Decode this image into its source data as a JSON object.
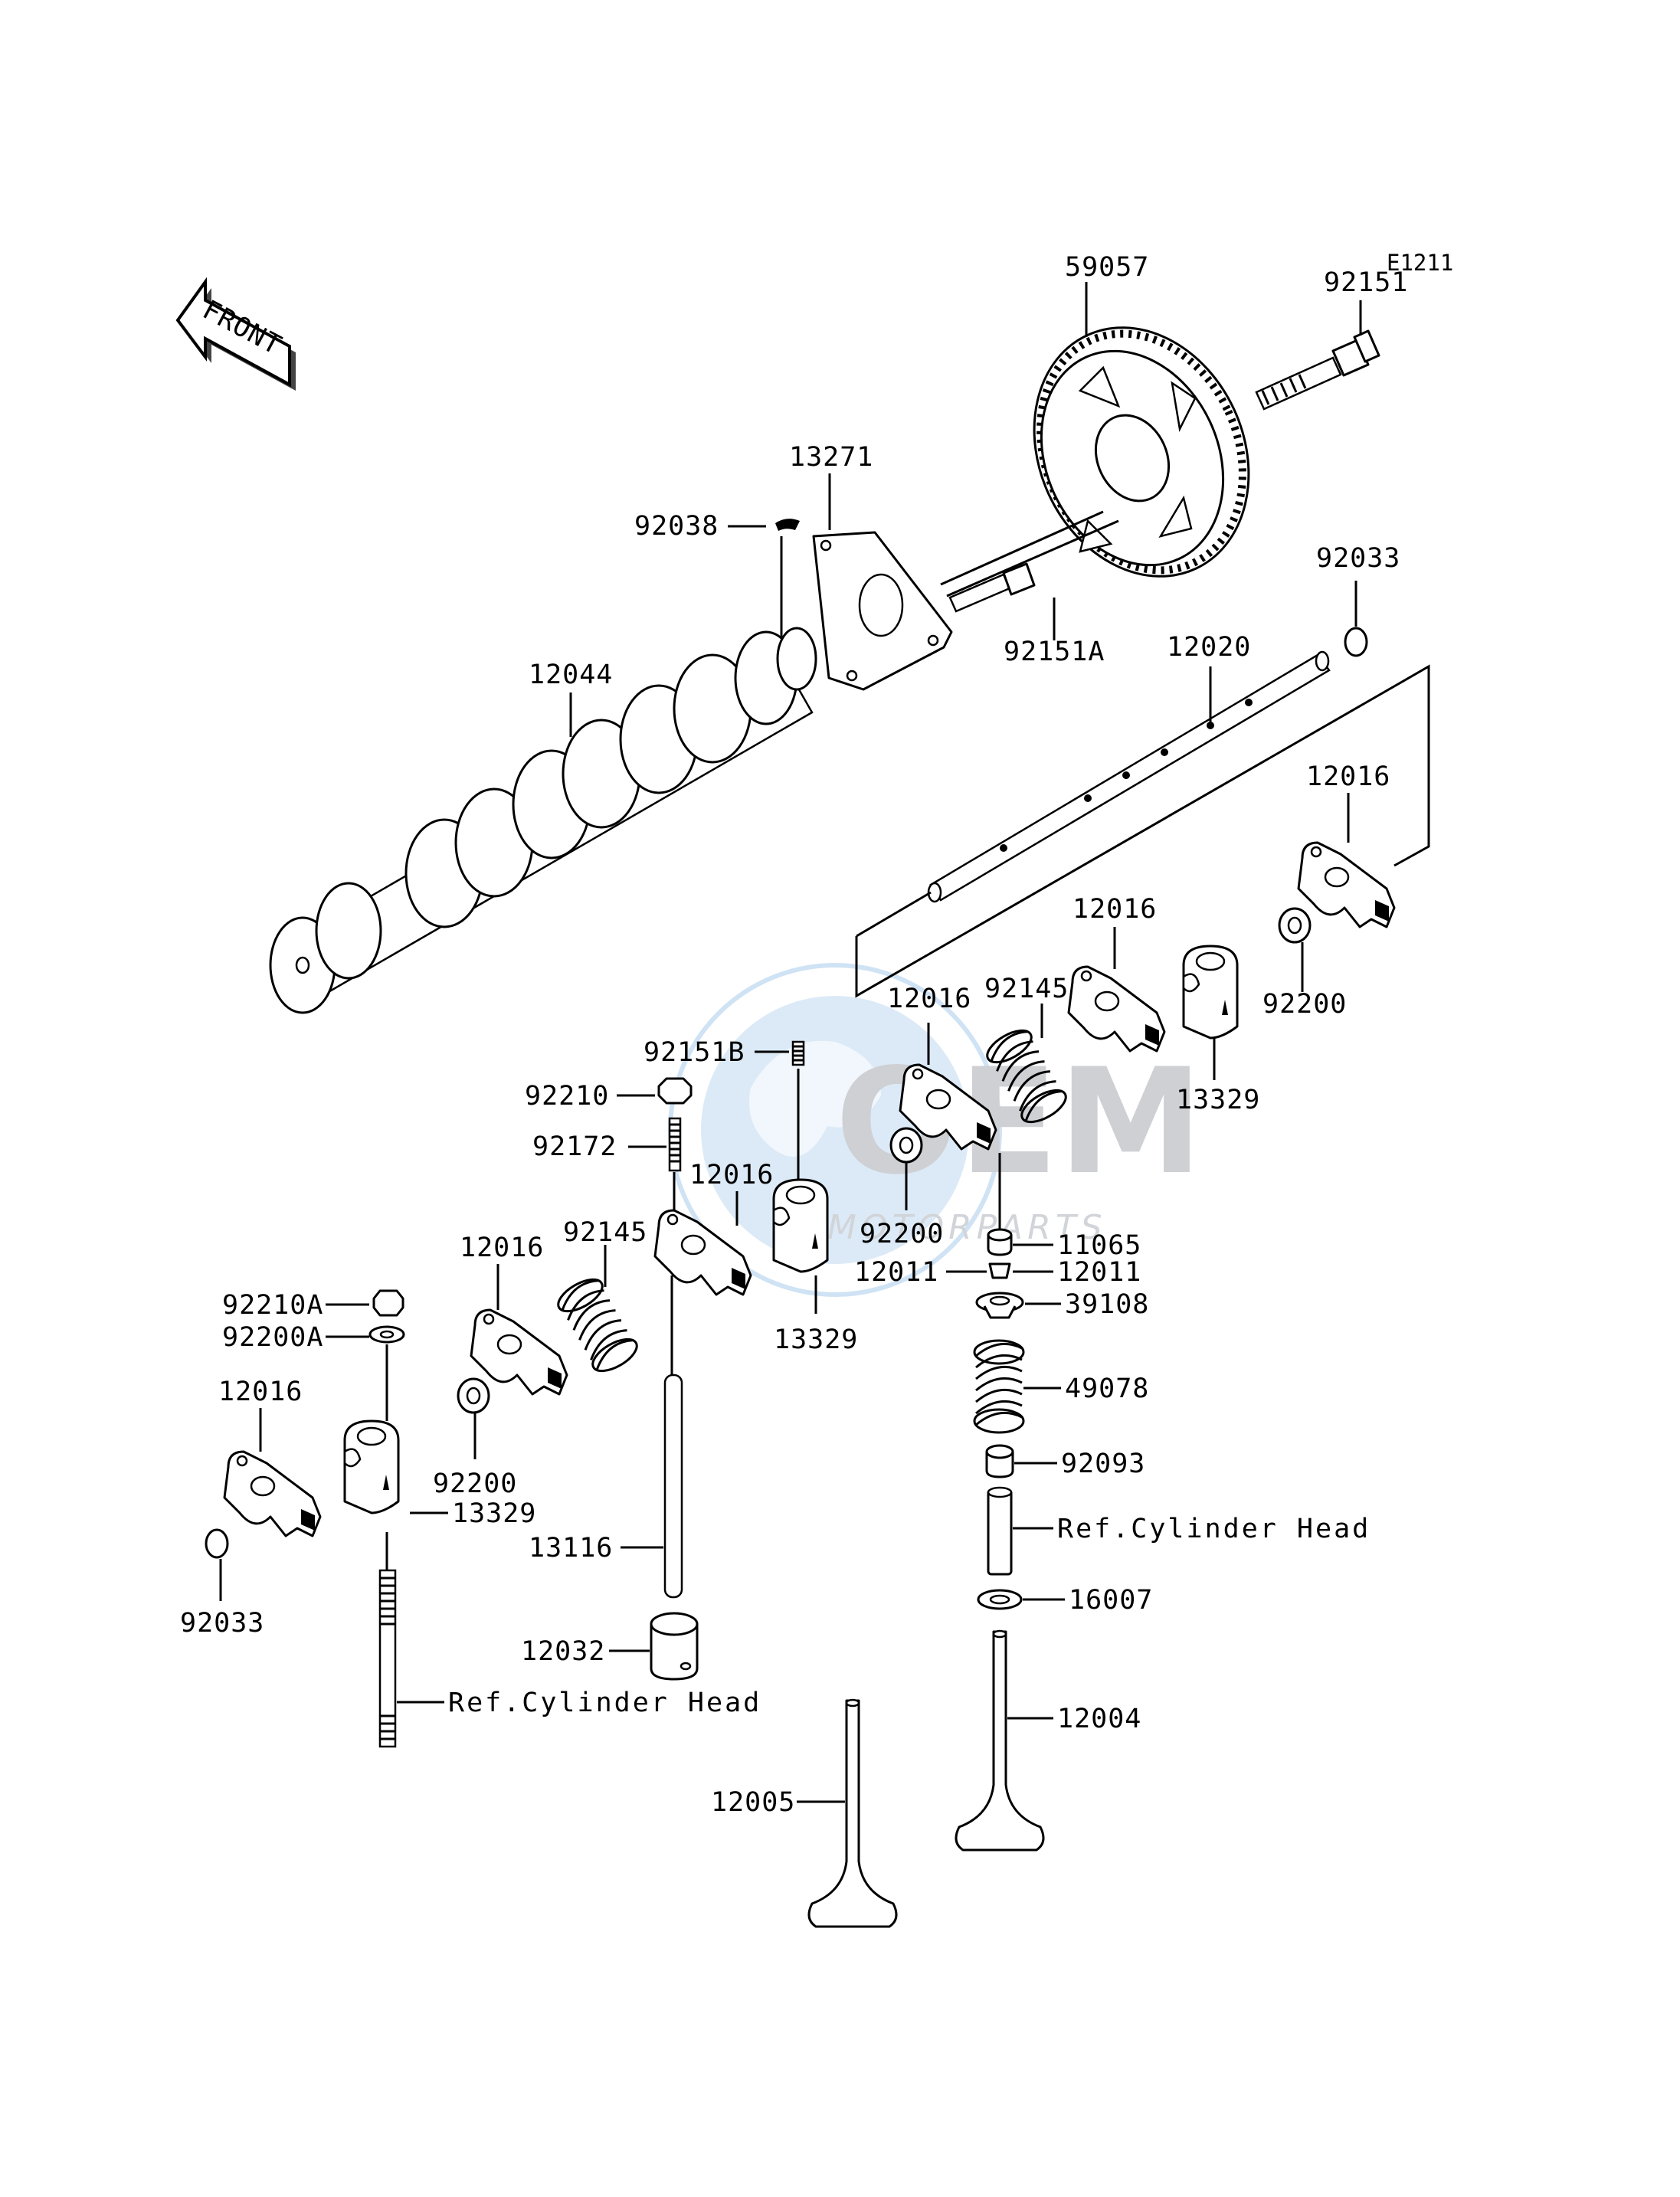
{
  "diagram_code": "E1211",
  "front_arrow": {
    "label": "FRONT",
    "icon": "front-direction-arrow-icon"
  },
  "watermark": {
    "main": "OEM",
    "sub": "MOTORPARTS",
    "color": "#cfd2d6",
    "accent": "#6aa9dc"
  },
  "labels": {
    "p59057": "59057",
    "p92151": "92151",
    "p13271": "13271",
    "p92038": "92038",
    "p92151A": "92151A",
    "p92033_top": "92033",
    "p12020": "12020",
    "p12044": "12044",
    "p12016_a": "12016",
    "p12016_b": "12016",
    "p12016_c": "12016",
    "p12016_d": "12016",
    "p12016_e": "12016",
    "p12016_f": "12016",
    "p92145_a": "92145",
    "p92145_b": "92145",
    "p92200_a": "92200",
    "p92200_b": "92200",
    "p92200_c": "92200",
    "p13329_a": "13329",
    "p13329_b": "13329",
    "p13329_c": "13329",
    "p92151B": "92151B",
    "p92210": "92210",
    "p92172": "92172",
    "p11065": "11065",
    "p12011_l": "12011",
    "p12011_r": "12011",
    "p39108": "39108",
    "p49078": "49078",
    "p92093": "92093",
    "ref_cyl_head_right": "Ref.Cylinder Head",
    "p16007": "16007",
    "p12004": "12004",
    "p12005": "12005",
    "p92210A": "92210A",
    "p92200A": "92200A",
    "p92033_bottom": "92033",
    "p13116": "13116",
    "p12032": "12032",
    "ref_cyl_head_left": "Ref.Cylinder Head"
  }
}
